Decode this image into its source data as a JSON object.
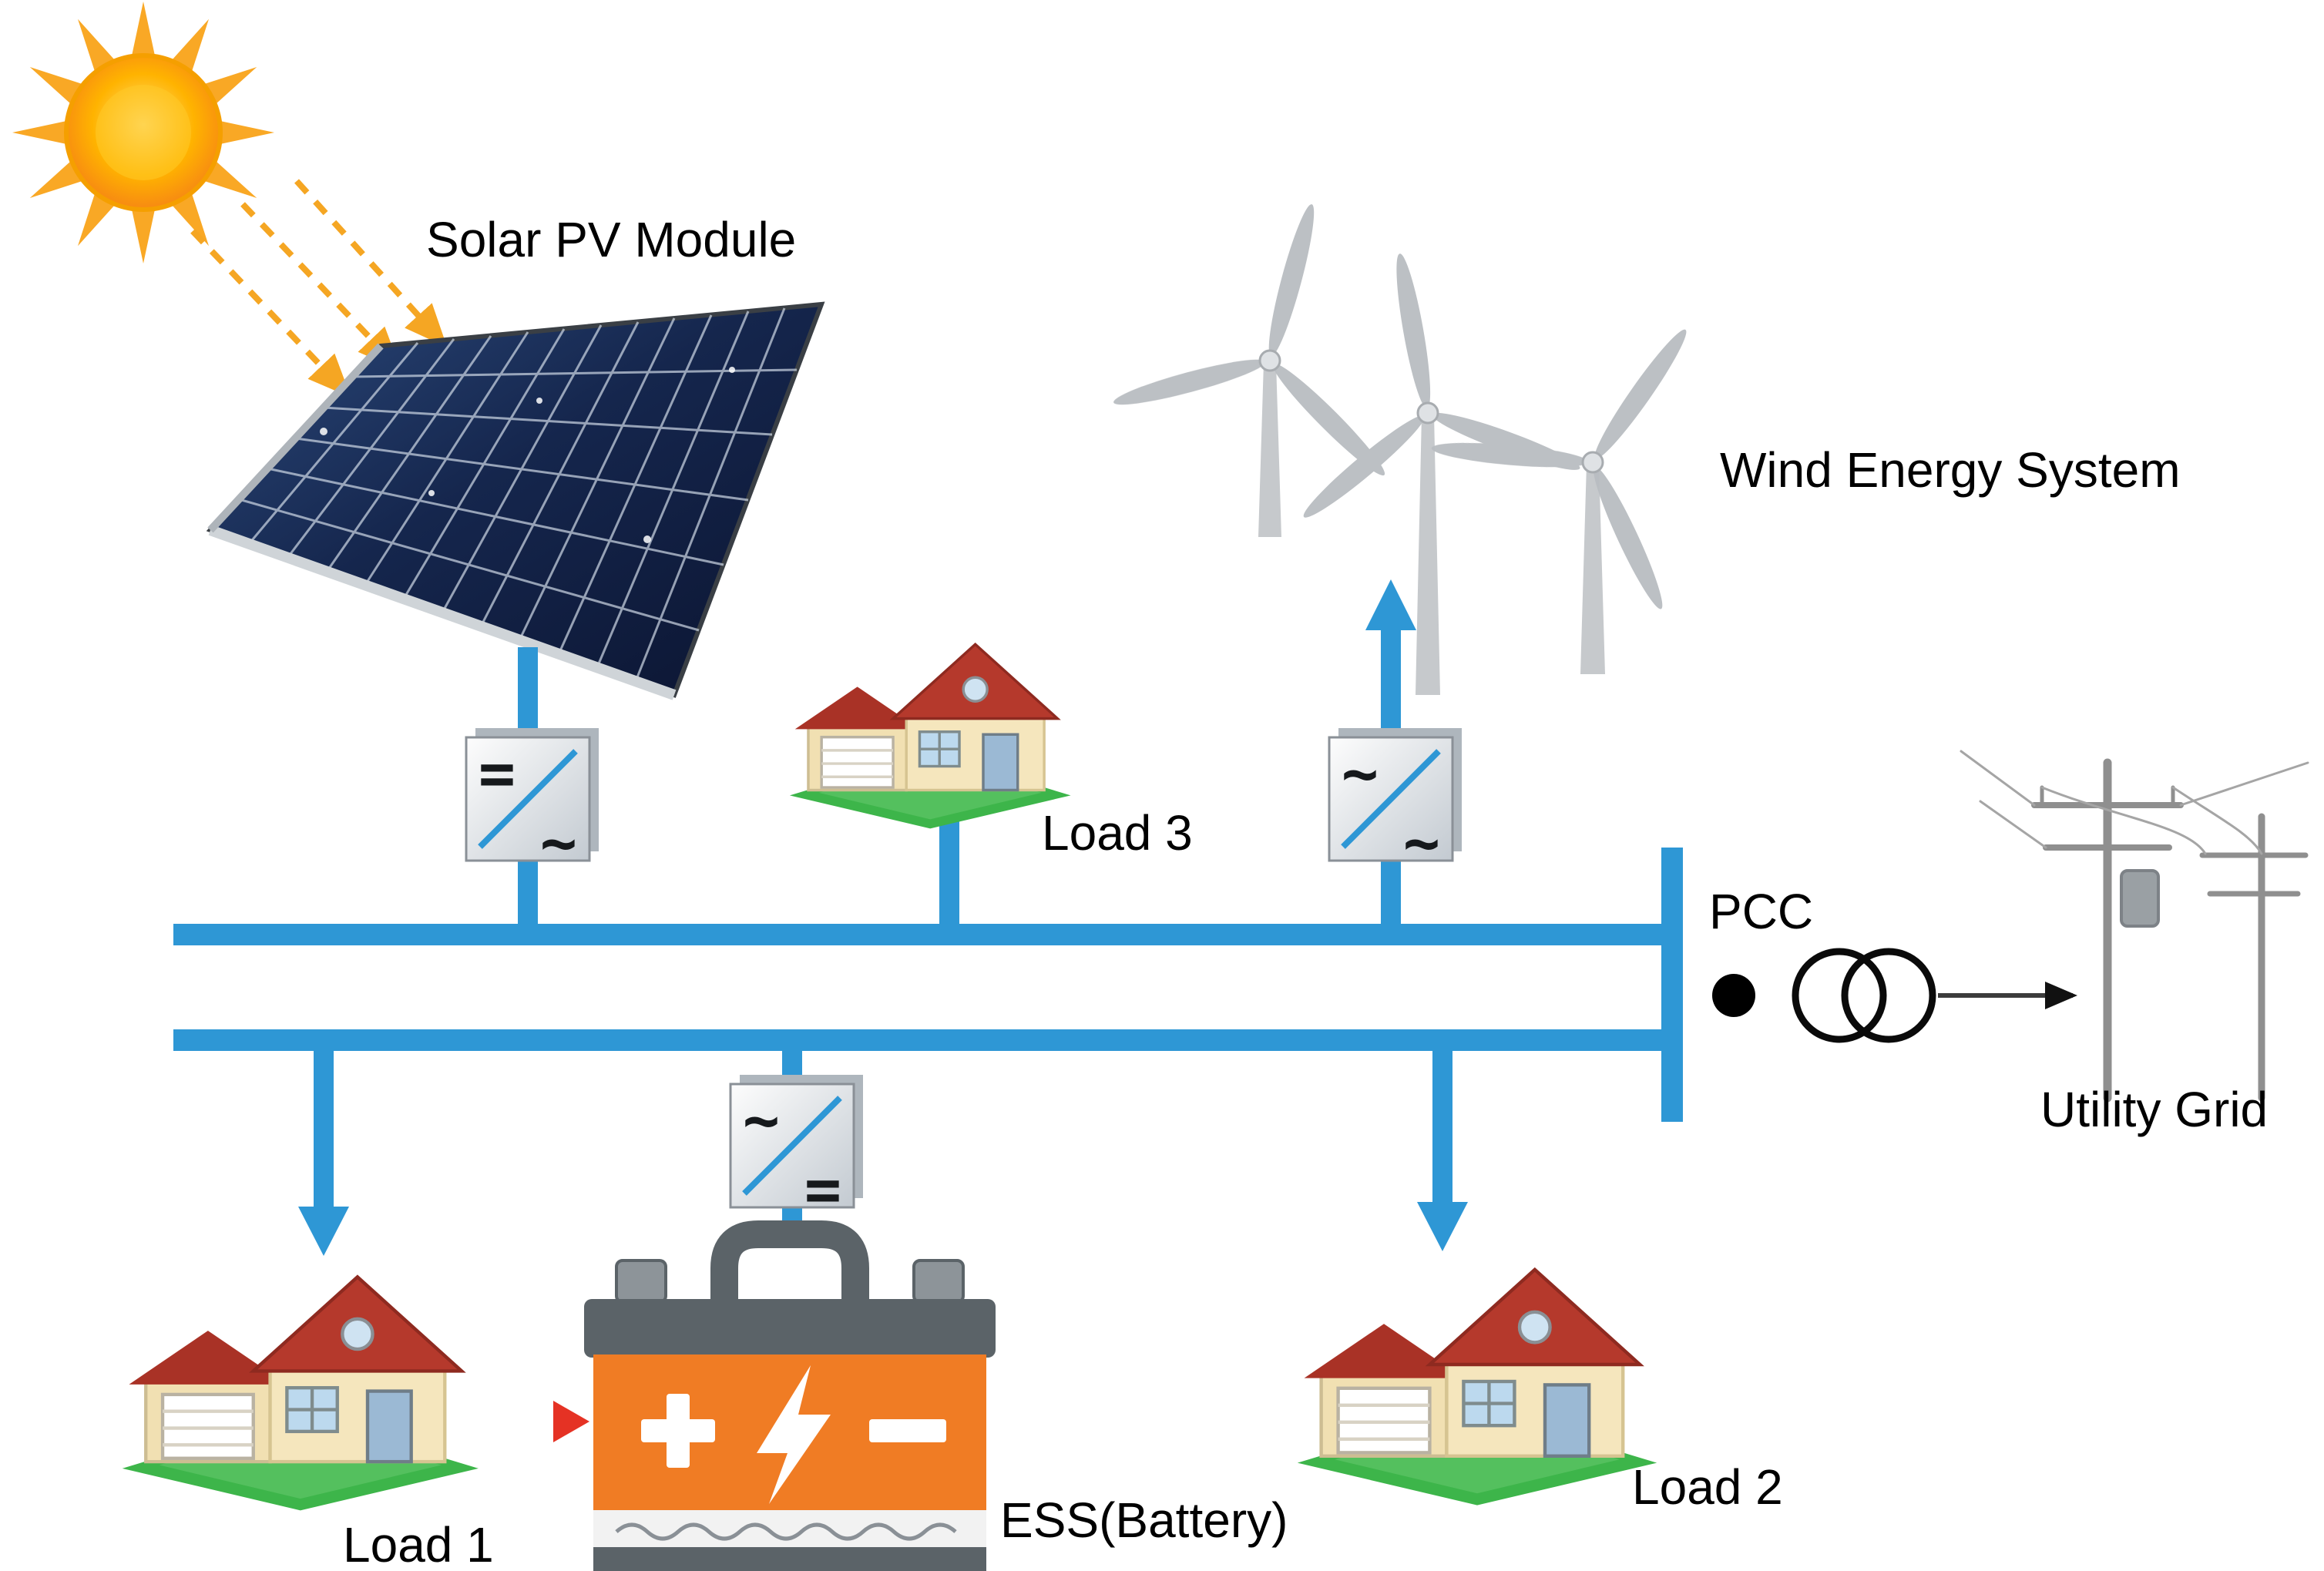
{
  "labels": {
    "solar_pv": "Solar PV Module",
    "wind": "Wind Energy System",
    "load1": "Load 1",
    "load2": "Load 2",
    "load3": "Load 3",
    "pcc": "PCC",
    "utility_grid": "Utility Grid",
    "ess_battery": "ESS(Battery)"
  },
  "converters": {
    "pv_inverter": {
      "top": "=",
      "bottom": "~"
    },
    "wind_converter": {
      "top": "~",
      "bottom": "~"
    },
    "battery_converter": {
      "top": "~",
      "bottom": "="
    }
  },
  "icons": [
    "sun-icon",
    "solar-panel-icon",
    "wind-turbine-icon",
    "house-icon",
    "battery-icon",
    "converter-icon",
    "transformer-icon",
    "pcc-node-dot",
    "utility-pole-icon",
    "plus-icon",
    "lightning-icon",
    "minus-icon",
    "red-arrow-icon",
    "up-arrow-icon",
    "down-arrow-icon"
  ],
  "colors": {
    "bus_blue": "#2e97d5",
    "battery_orange": "#f07c24",
    "battery_gray": "#5b6368",
    "sun_orange": "#f9a825",
    "roof_red": "#b5392c",
    "lawn_green": "#3db54a",
    "text_black": "#000000",
    "red_arrow": "#e53224"
  },
  "connections": [
    {
      "from": "Solar PV Module",
      "via": "converter =/~",
      "to": "AC bus"
    },
    {
      "from": "AC bus",
      "via": "converter ~/~",
      "to": "Wind Energy System"
    },
    {
      "from": "AC bus",
      "to": "Load 3"
    },
    {
      "from": "AC bus",
      "to": "Load 1"
    },
    {
      "from": "AC bus",
      "via": "converter ~/=",
      "to": "ESS(Battery)"
    },
    {
      "from": "AC bus",
      "to": "Load 2"
    },
    {
      "from": "AC bus",
      "via": "PCC and transformer",
      "to": "Utility Grid"
    }
  ]
}
